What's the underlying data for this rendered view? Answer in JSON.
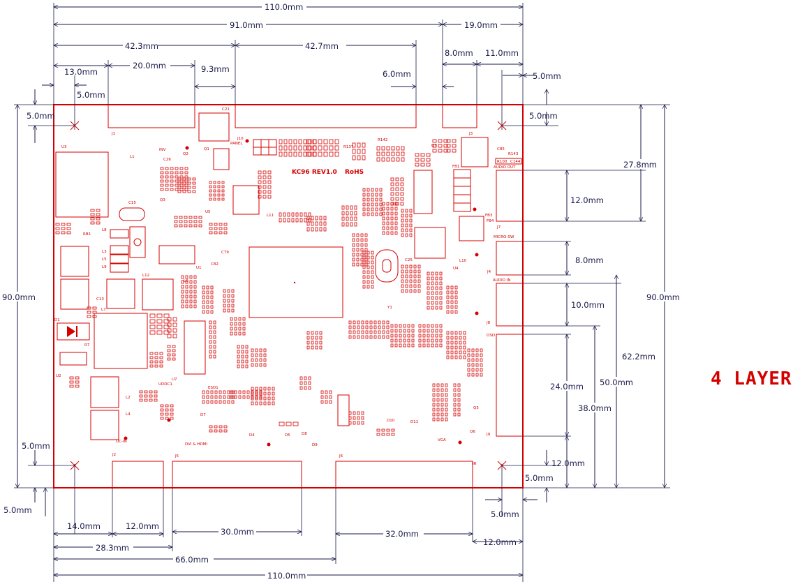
{
  "colors": {
    "board": "#d40000",
    "dimension": "#1a1a4a",
    "background": "#ffffff"
  },
  "layer_label": "4 LAYER",
  "dimensions": {
    "top_overall": "110.0mm",
    "top_91": "91.0mm",
    "top_19": "19.0mm",
    "top_42_3": "42.3mm",
    "top_42_7": "42.7mm",
    "top_8": "8.0mm",
    "top_11": "11.0mm",
    "top_13": "13.0mm",
    "top_20": "20.0mm",
    "top_9_3": "9.3mm",
    "top_6": "6.0mm",
    "top_5_right": "5.0mm",
    "top_5_hole": "5.0mm",
    "left_5_top": "5.0mm",
    "left_90": "90.0mm",
    "left_5_bottom": "5.0mm",
    "left_5_below": "5.0mm",
    "right_5_hole": "5.0mm",
    "right_27_8": "27.8mm",
    "right_12": "12.0mm",
    "right_8": "8.0mm",
    "right_10": "10.0mm",
    "right_24": "24.0mm",
    "right_62_2": "62.2mm",
    "right_50": "50.0mm",
    "right_38": "38.0mm",
    "right_90": "90.0mm",
    "right_12_bottom": "12.0mm",
    "right_5_bottom": "5.0mm",
    "bottom_14": "14.0mm",
    "bottom_12": "12.0mm",
    "bottom_30": "30.0mm",
    "bottom_32": "32.0mm",
    "bottom_5": "5.0mm",
    "bottom_12_right": "12.0mm",
    "bottom_28_3": "28.3mm",
    "bottom_66": "66.0mm",
    "bottom_overall": "110.0mm"
  },
  "board": {
    "rev_label": "KC96 REV1.0",
    "rohs": "RoHS",
    "connectors": {
      "j1": "J1",
      "j2": "J2",
      "j3": "J3",
      "j4": "J4",
      "j5": "J5",
      "j6": "J6",
      "j7": "J7",
      "j8": "J8",
      "j9": "J9",
      "j10": "J10",
      "panel": "PANEL",
      "inv": "INV",
      "audio_out": "AUDIO OUT",
      "micro_sw": "MICRO-SW",
      "audio_in": "AUDIO IN",
      "osd": "OSD",
      "vga": "VGA",
      "dc_in": "DC-IN",
      "dvi_hdmi": "DVI & HDMI",
      "ir": "IR"
    },
    "parts": {
      "u1": "U1",
      "u2": "U2",
      "u3": "U3",
      "u4": "U4",
      "u5": "U5",
      "u6": "U6",
      "u7": "U7",
      "l1": "L1",
      "l2": "L2",
      "l3": "L3",
      "l4": "L4",
      "l5": "L5",
      "l6": "L6",
      "l7": "L7",
      "l8": "L8",
      "l9": "L9",
      "l10": "L10",
      "l11": "L11",
      "l12": "L12",
      "c13": "C13",
      "c15": "C15",
      "c21": "C21",
      "c25": "C25",
      "c26": "C26",
      "c79": "C79",
      "c82": "C82",
      "q1": "Q1",
      "q2": "Q2",
      "q3": "Q3",
      "q5": "Q5",
      "q6": "Q6",
      "q7": "Q7",
      "y1": "Y1",
      "d1": "D1",
      "d4": "D4",
      "d5": "D5",
      "d7": "D7",
      "d8": "D8",
      "d9": "D9",
      "d10": "D10",
      "d11": "D11",
      "r7": "R7",
      "r142": "R142",
      "r137": "R137",
      "rb1": "RB1",
      "esd1": "ESD1",
      "uddc1": "UDDC1",
      "fb1": "FB1",
      "fb3": "FB3",
      "fb4": "FB4",
      "r100": "R100",
      "c144": "C144",
      "r143": "R143",
      "c85": "C85"
    }
  }
}
